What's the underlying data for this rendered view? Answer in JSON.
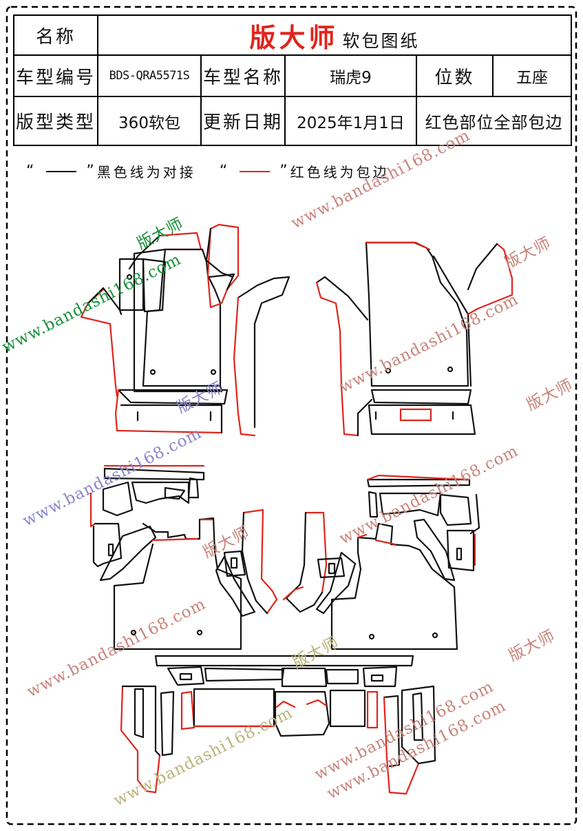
{
  "header": {
    "name_label": "名称",
    "brand": "版大师",
    "title_suffix": "软包图纸",
    "model_code_label": "车型编号",
    "model_code": "BDS-QRA5571S",
    "model_name_label": "车型名称",
    "model_name": "瑞虎9",
    "seats_label": "位数",
    "seats": "五座",
    "pattern_type_label": "版型类型",
    "pattern_type": "360软包",
    "update_date_label": "更新日期",
    "update_date": "2025年1月1日",
    "note": "红色部位全部包边"
  },
  "legend": {
    "open_quote": "“",
    "close_quote": "”",
    "black_text": "黑色线为对接",
    "red_text": "红色线为包边"
  },
  "watermark": {
    "url": "www.bandashi168.com",
    "brand": "版大师"
  },
  "colors": {
    "seam_line": "#111111",
    "binding_line": "#e0241c",
    "frame": "#000000",
    "watermark_red": "#c8847c",
    "watermark_blue": "#8a86cc",
    "watermark_green": "#17913a",
    "watermark_olive": "#b8b47a"
  }
}
